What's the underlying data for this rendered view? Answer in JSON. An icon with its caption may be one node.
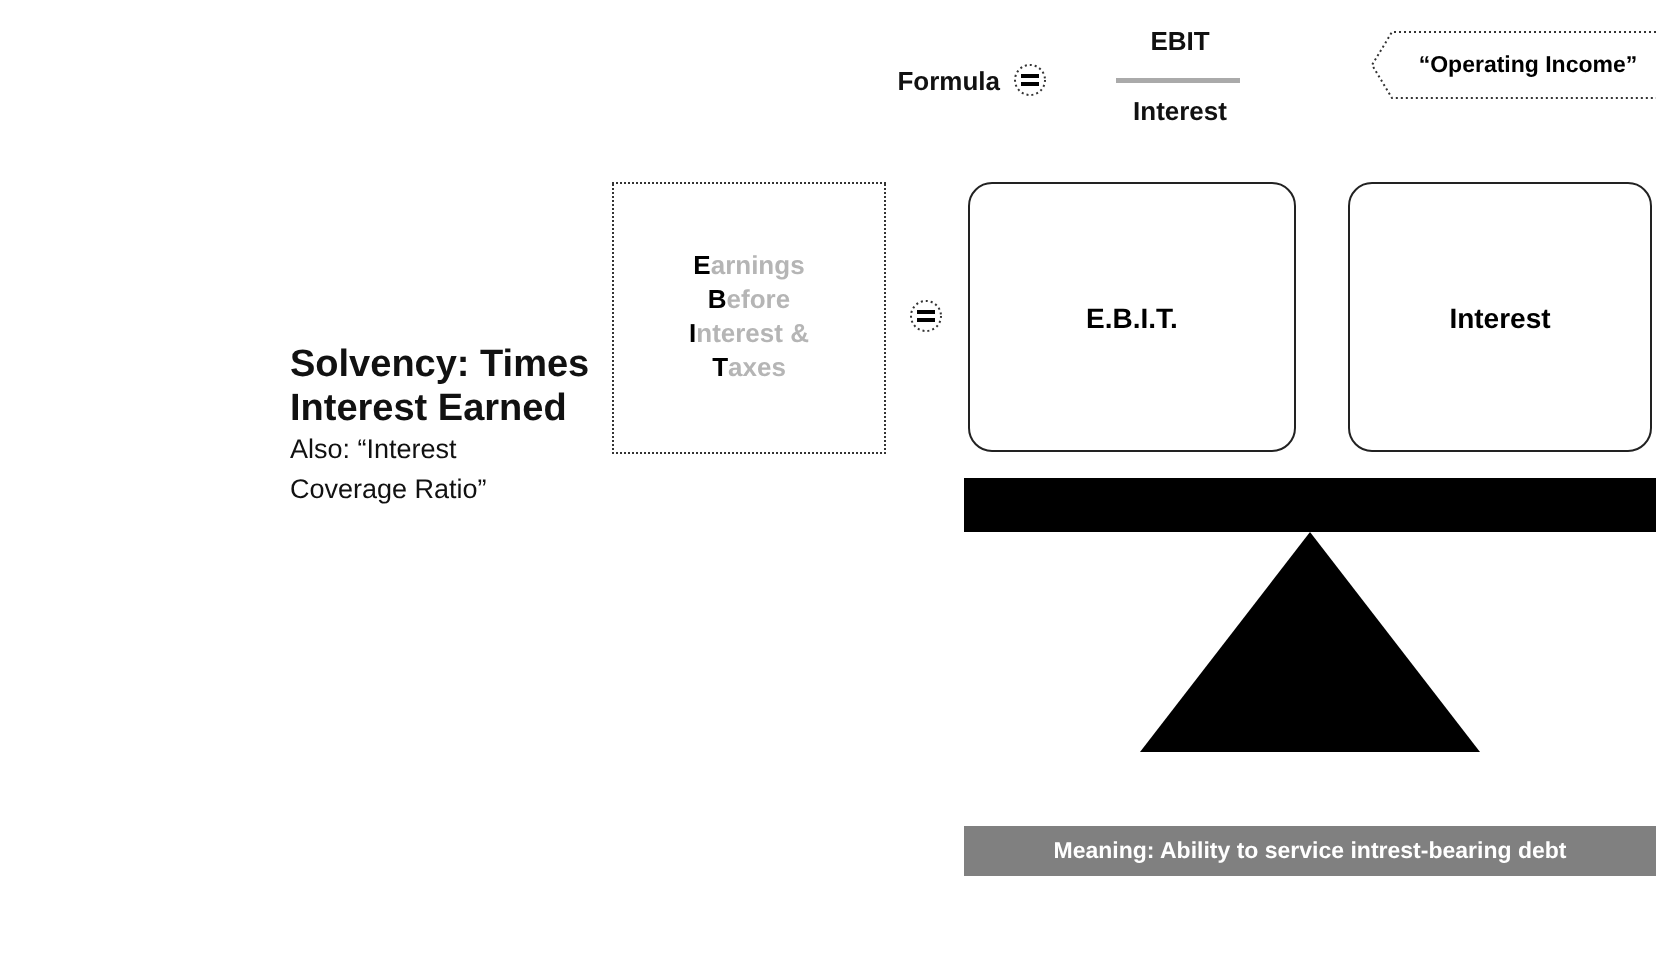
{
  "diagram": {
    "title": "Solvency: Times Interest Earned",
    "nodes": [
      {
        "text": [
          "**E**arnings **B**efore **I**nterest & **T**axes"
        ]
      },
      {
        "text": [
          "E.B.I.T."
        ]
      },
      {
        "text": [
          "Interest"
        ]
      },
      {
        "text": [
          "“Operating Income”"
        ]
      },
      {
        "text": [
          "Meaning: Ability to service intrest-bearing debt"
        ]
      }
    ],
    "edges": [],
    "labels": [
      "Also: “Interest Coverage Ratio”",
      "Formula",
      "EBIT",
      "Interest"
    ]
  }
}
